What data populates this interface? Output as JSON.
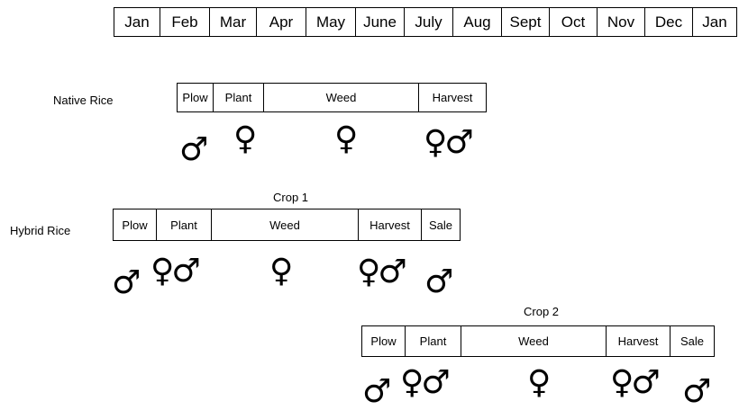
{
  "months": [
    "Jan",
    "Feb",
    "Mar",
    "Apr",
    "May",
    "June",
    "July",
    "Aug",
    "Sept",
    "Oct",
    "Nov",
    "Dec",
    "Jan"
  ],
  "rows": {
    "native": {
      "label": "Native Rice",
      "activities": [
        {
          "label": "Plow",
          "gender": "♂"
        },
        {
          "label": "Plant",
          "gender": "♀"
        },
        {
          "label": "Weed",
          "gender": "♀"
        },
        {
          "label": "Harvest",
          "gender": "♀♂"
        }
      ]
    },
    "crop1": {
      "title": "Crop 1",
      "label": "Hybrid Rice",
      "activities": [
        {
          "label": "Plow",
          "gender": "♂"
        },
        {
          "label": "Plant",
          "gender": "♀♂"
        },
        {
          "label": "Weed",
          "gender": "♀"
        },
        {
          "label": "Harvest",
          "gender": "♀♂"
        },
        {
          "label": "Sale",
          "gender": "♂"
        }
      ]
    },
    "crop2": {
      "title": "Crop 2",
      "activities": [
        {
          "label": "Plow",
          "gender": "♂"
        },
        {
          "label": "Plant",
          "gender": "♀♂"
        },
        {
          "label": "Weed",
          "gender": "♀"
        },
        {
          "label": "Harvest",
          "gender": "♀♂"
        },
        {
          "label": "Sale",
          "gender": "♂"
        }
      ]
    }
  }
}
